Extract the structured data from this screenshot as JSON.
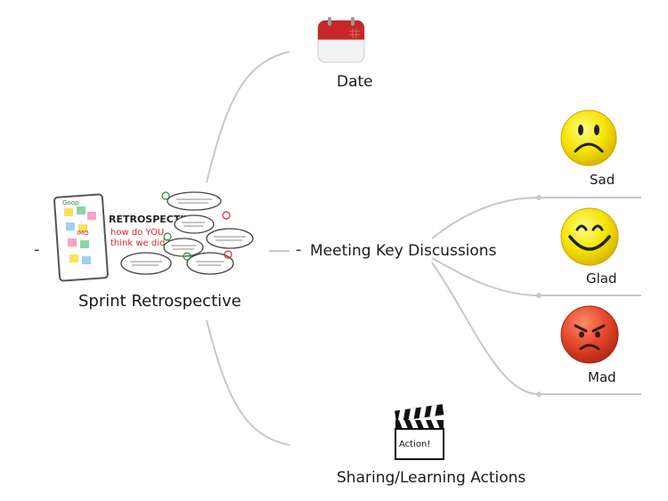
{
  "central": {
    "title": "Sprint Retrospective",
    "image": {
      "heading": "RETROSPECTIVE",
      "question_line1": "how do YOU",
      "question_line2": "think we did?"
    }
  },
  "branches": {
    "date": {
      "label": "Date"
    },
    "meeting": {
      "label": "Meeting Key Discussions"
    },
    "actions": {
      "label": "Sharing/Learning Actions",
      "clapper_text": "Action!"
    }
  },
  "sub_items": {
    "sad": {
      "label": "Sad"
    },
    "glad": {
      "label": "Glad"
    },
    "mad": {
      "label": "Mad"
    }
  },
  "toggles": {
    "collapse_symbol": "-"
  },
  "colors": {
    "connector": "#c8c8c8",
    "calendar_red": "#c62828",
    "smiley_yellow": "#f5e400",
    "angry_red": "#e2452a"
  }
}
